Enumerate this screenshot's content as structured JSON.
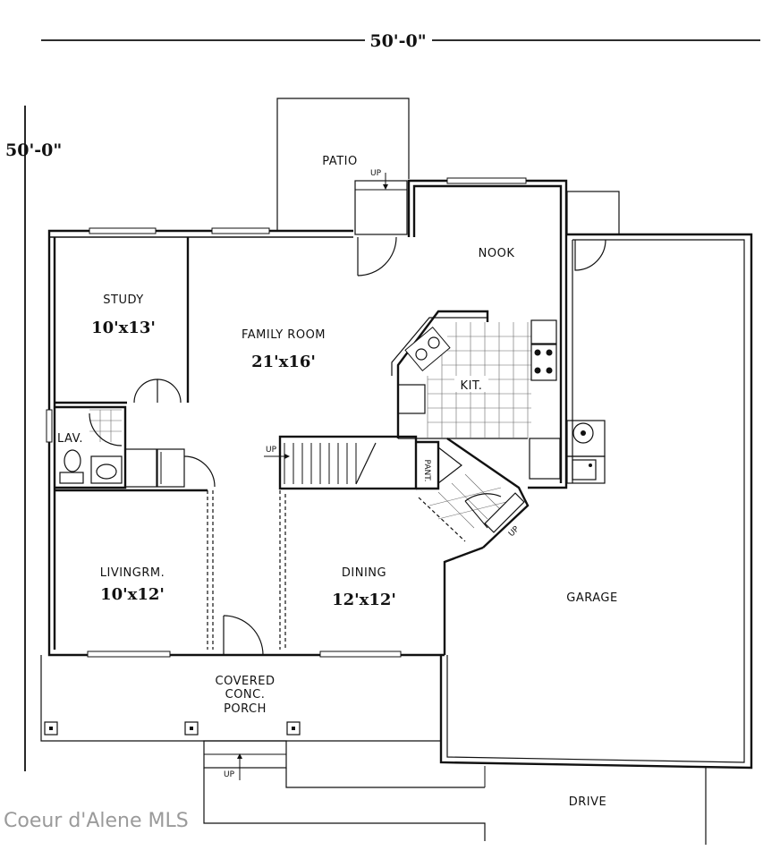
{
  "dimensions": {
    "width": "50'-0\"",
    "depth": "50'-0\""
  },
  "rooms": {
    "patio": "PATIO",
    "nook": "NOOK",
    "study": {
      "label": "STUDY",
      "size": "10'x13'"
    },
    "family": {
      "label": "FAMILY ROOM",
      "size": "21'x16'"
    },
    "kitchen": "KIT.",
    "lav": "LAV.",
    "pantry": "PANT.",
    "living": {
      "label": "LIVINGRM.",
      "size": "10'x12'"
    },
    "dining": {
      "label": "DINING",
      "size": "12'x12'"
    },
    "garage": "GARAGE",
    "porch": [
      "COVERED",
      "CONC.",
      "PORCH"
    ],
    "drive": "DRIVE"
  },
  "markers": {
    "up": "UP"
  },
  "watermark": "Coeur d'Alene MLS"
}
